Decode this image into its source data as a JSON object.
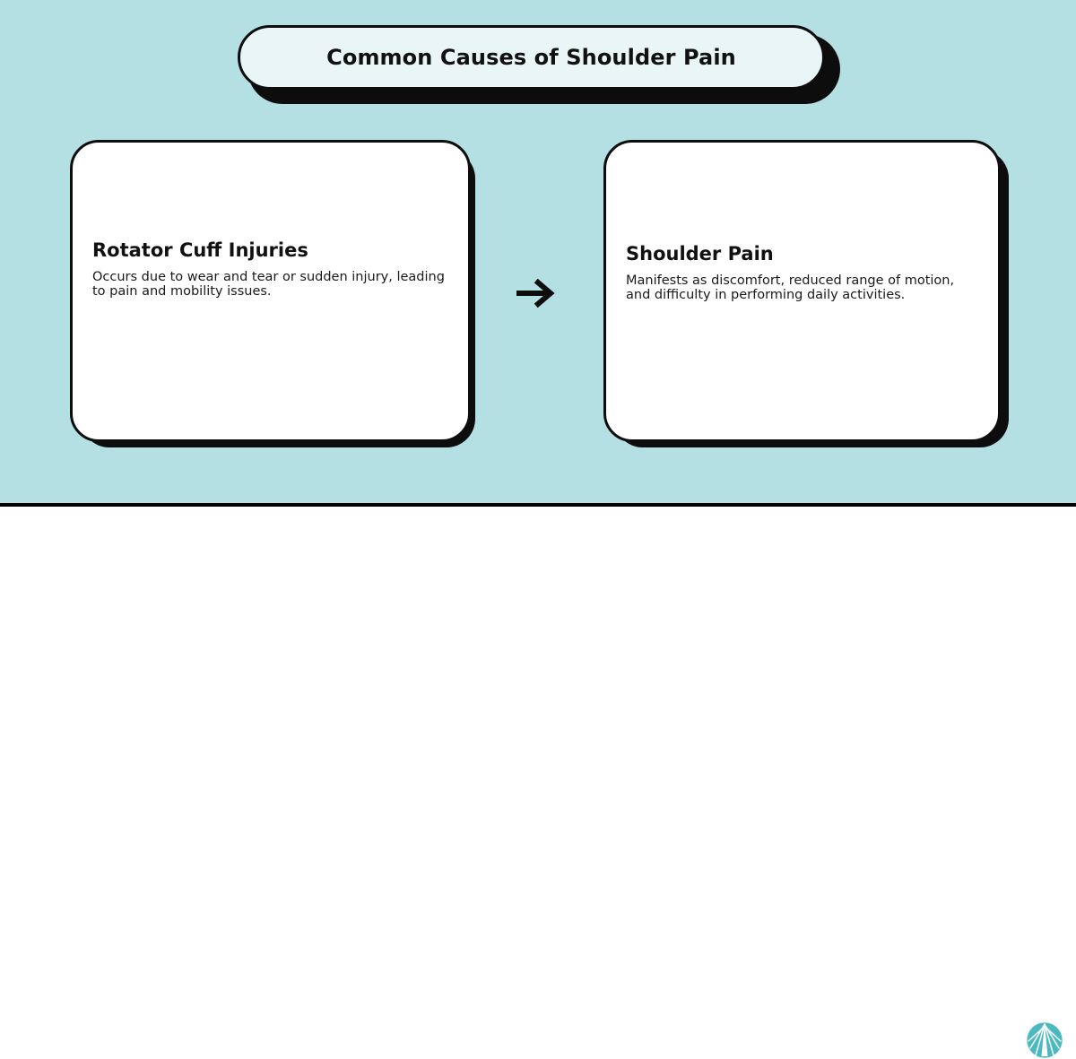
{
  "page": {
    "background_color": "#b5e0e3",
    "footer_background_color": "#ffffff",
    "divider_color": "#000000",
    "accent_color": "#4bb9bf"
  },
  "header": {
    "title": "Common Causes of Shoulder Pain",
    "pill_fill_color": "#eaf5f7",
    "pill_border_color": "#0d0d0d"
  },
  "cards": [
    {
      "title": "Rotator Cuff Injuries",
      "body": "Occurs due to wear and tear or sudden injury, leading to pain and mobility issues."
    },
    {
      "title": "Shoulder Pain",
      "body": "Manifests as discomfort, reduced range of motion, and difficulty in performing daily activities."
    }
  ],
  "connector": {
    "icon": "arrow-right-icon",
    "glyph": "→",
    "color": "#0d0d0d"
  },
  "footer": {
    "logo": {
      "icon": "circular-radiating-path-logo-icon",
      "color": "#4bb9bf"
    }
  }
}
